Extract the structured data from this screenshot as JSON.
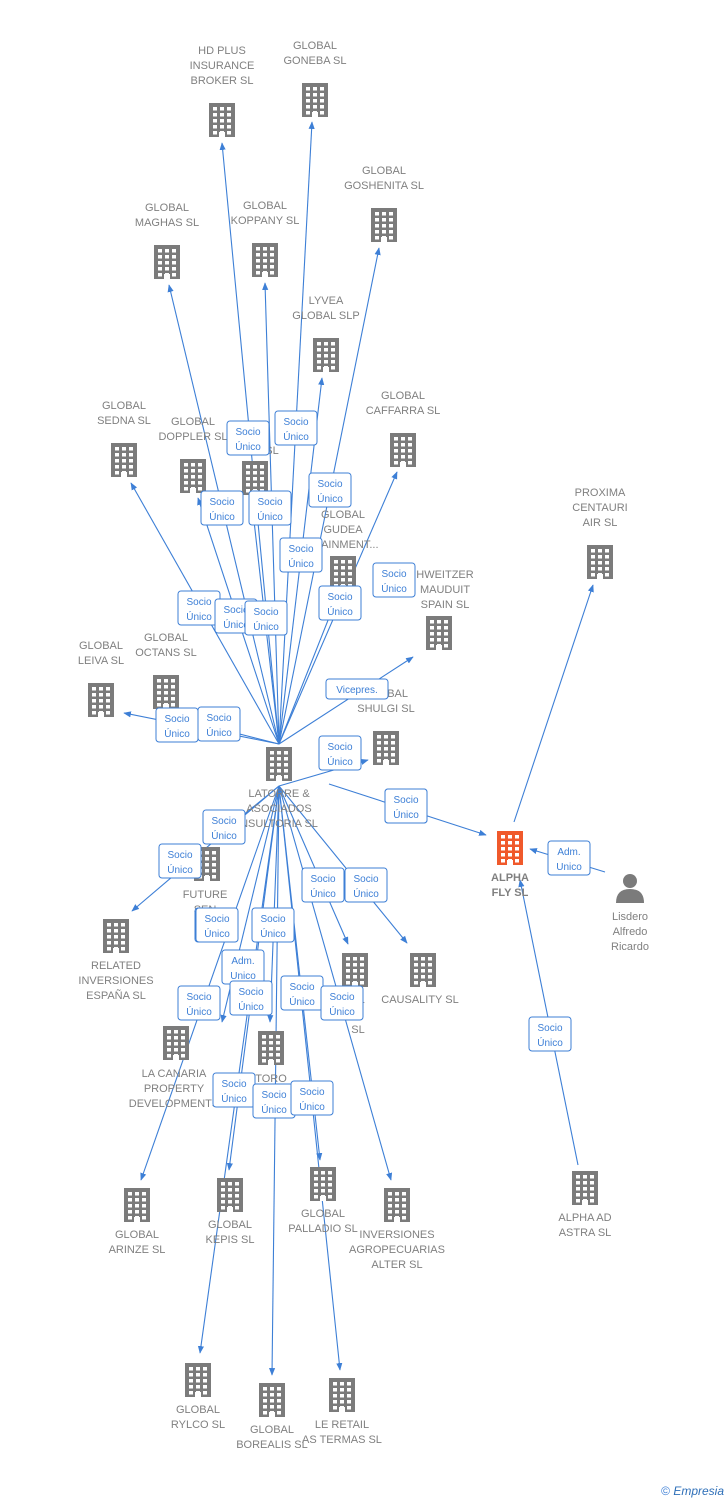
{
  "colors": {
    "edge": "#3d7fd6",
    "building": "#7b7b7b",
    "focus": "#f0592b",
    "label": "#808080"
  },
  "nodes": [
    {
      "id": "hdplus",
      "label": [
        "HD PLUS",
        "INSURANCE",
        "BROKER  SL"
      ],
      "type": "company"
    },
    {
      "id": "goneba",
      "label": [
        "GLOBAL",
        "GONEBA  SL"
      ],
      "type": "company"
    },
    {
      "id": "goshenita",
      "label": [
        "GLOBAL",
        "GOSHENITA SL"
      ],
      "type": "company"
    },
    {
      "id": "maghas",
      "label": [
        "GLOBAL",
        "MAGHAS  SL"
      ],
      "type": "company"
    },
    {
      "id": "koppany",
      "label": [
        "GLOBAL",
        "KOPPANY  SL"
      ],
      "type": "company"
    },
    {
      "id": "lyvea",
      "label": [
        "LYVEA",
        "GLOBAL  SLP"
      ],
      "type": "company"
    },
    {
      "id": "sedna",
      "label": [
        "GLOBAL",
        "SEDNA  SL"
      ],
      "type": "company"
    },
    {
      "id": "doppler",
      "label": [
        "GLOBAL",
        "DOPPLER  SL"
      ],
      "type": "company"
    },
    {
      "id": "unk1",
      "label": [
        "SL"
      ],
      "type": "company"
    },
    {
      "id": "caffarra",
      "label": [
        "GLOBAL",
        "CAFFARRA  SL"
      ],
      "type": "company"
    },
    {
      "id": "proxima",
      "label": [
        "PROXIMA",
        "CENTAURI",
        "AIR  SL"
      ],
      "type": "company"
    },
    {
      "id": "gudea",
      "label": [
        "GLOBAL",
        "GUDEA",
        "RTAINMENT..."
      ],
      "type": "company"
    },
    {
      "id": "schweitzer",
      "label": [
        "HWEITZER",
        "MAUDUIT",
        "SPAIN  SL"
      ],
      "type": "company"
    },
    {
      "id": "leiva",
      "label": [
        "GLOBAL",
        "LEIVA  SL"
      ],
      "type": "company"
    },
    {
      "id": "octans",
      "label": [
        "GLOBAL",
        "OCTANS  SL"
      ],
      "type": "company"
    },
    {
      "id": "shulgi",
      "label": [
        "GLOBAL",
        "SHULGI  SL"
      ],
      "type": "company"
    },
    {
      "id": "latorre",
      "label": [
        "LATORRE &",
        "ASOCIADOS",
        "NSULTORIA SL"
      ],
      "type": "company"
    },
    {
      "id": "alphafly",
      "label": [
        "ALPHA",
        "FLY  SL"
      ],
      "type": "focus"
    },
    {
      "id": "lisdero",
      "label": [
        "Lisdero",
        "Alfredo",
        "Ricardo"
      ],
      "type": "person"
    },
    {
      "id": "future",
      "label": [
        "FUTURE",
        "SEN"
      ],
      "type": "company"
    },
    {
      "id": "related",
      "label": [
        "RELATED",
        "INVERSIONES",
        "ESPAÑA  SL"
      ],
      "type": "company"
    },
    {
      "id": "unk2",
      "label": [
        "AL",
        "R",
        "SL"
      ],
      "type": "company"
    },
    {
      "id": "causality",
      "label": [
        "CAUSALITY  SL"
      ],
      "type": "company"
    },
    {
      "id": "lacanaria",
      "label": [
        "LA CANARIA",
        "PROPERTY",
        "DEVELOPMENTS"
      ],
      "type": "company"
    },
    {
      "id": "toro",
      "label": [
        "TORO"
      ],
      "type": "company"
    },
    {
      "id": "arinze",
      "label": [
        "GLOBAL",
        "ARINZE  SL"
      ],
      "type": "company"
    },
    {
      "id": "kepis",
      "label": [
        "GLOBAL",
        "KEPIS  SL"
      ],
      "type": "company"
    },
    {
      "id": "palladio",
      "label": [
        "GLOBAL",
        "PALLADIO  SL"
      ],
      "type": "company"
    },
    {
      "id": "agropecuarias",
      "label": [
        "INVERSIONES",
        "AGROPECUARIAS",
        "ALTER  SL"
      ],
      "type": "company"
    },
    {
      "id": "alphaad",
      "label": [
        "ALPHA AD",
        "ASTRA  SL"
      ],
      "type": "company"
    },
    {
      "id": "rylco",
      "label": [
        "GLOBAL",
        "RYLCO  SL"
      ],
      "type": "company"
    },
    {
      "id": "borealis",
      "label": [
        "GLOBAL",
        "BOREALIS  SL"
      ],
      "type": "company"
    },
    {
      "id": "leretail",
      "label": [
        "LE RETAIL",
        "AS TERMAS  SL"
      ],
      "type": "company"
    }
  ],
  "edges": [
    {
      "from": "latorre",
      "to": "hdplus",
      "label": [
        "Socio",
        "Único"
      ]
    },
    {
      "from": "latorre",
      "to": "goneba",
      "label": [
        "Socio",
        "Único"
      ]
    },
    {
      "from": "latorre",
      "to": "goshenita",
      "label": [
        "Socio",
        "Único"
      ]
    },
    {
      "from": "latorre",
      "to": "maghas",
      "label": [
        "Socio",
        "Único"
      ]
    },
    {
      "from": "latorre",
      "to": "koppany",
      "label": [
        "Socio",
        "Único"
      ]
    },
    {
      "from": "latorre",
      "to": "lyvea",
      "label": [
        "Socio",
        "Único"
      ]
    },
    {
      "from": "latorre",
      "to": "sedna",
      "label": [
        "Socio",
        "Único"
      ]
    },
    {
      "from": "latorre",
      "to": "doppler",
      "label": [
        "Socio",
        "Único"
      ]
    },
    {
      "from": "latorre",
      "to": "unk1",
      "label": [
        "Socio",
        "Único"
      ]
    },
    {
      "from": "latorre",
      "to": "caffarra",
      "label": [
        "Socio",
        "Único"
      ]
    },
    {
      "from": "latorre",
      "to": "gudea",
      "label": [
        "Socio",
        "Único"
      ]
    },
    {
      "from": "latorre",
      "to": "schweitzer",
      "label": [
        "Vicepres."
      ]
    },
    {
      "from": "latorre",
      "to": "leiva",
      "label": [
        "Socio",
        "Único"
      ]
    },
    {
      "from": "latorre",
      "to": "octans",
      "label": [
        "Socio",
        "Único"
      ]
    },
    {
      "from": "latorre",
      "to": "shulgi",
      "label": [
        "Socio",
        "Único"
      ]
    },
    {
      "from": "latorre",
      "to": "alphafly",
      "label": [
        "Socio",
        "Único"
      ]
    },
    {
      "from": "alphafly",
      "to": "proxima",
      "label": [
        "Socio",
        "Único"
      ]
    },
    {
      "from": "lisdero",
      "to": "alphafly",
      "label": [
        "Adm.",
        "Unico"
      ]
    },
    {
      "from": "alphaad",
      "to": "alphafly",
      "label": [
        "Socio",
        "Único"
      ]
    },
    {
      "from": "latorre",
      "to": "future",
      "label": [
        "Socio",
        "Único"
      ]
    },
    {
      "from": "latorre",
      "to": "related",
      "label": [
        "Socio",
        "Único"
      ]
    },
    {
      "from": "latorre",
      "to": "unk2",
      "label": [
        "Socio",
        "Único"
      ]
    },
    {
      "from": "latorre",
      "to": "causality",
      "label": [
        "Socio",
        "Único"
      ]
    },
    {
      "from": "latorre",
      "to": "lacanaria",
      "label": [
        "Adm.",
        "Unico"
      ]
    },
    {
      "from": "latorre",
      "to": "toro",
      "label": [
        "Socio",
        "Único"
      ]
    },
    {
      "from": "latorre",
      "to": "arinze",
      "label": [
        "Socio",
        "Único"
      ]
    },
    {
      "from": "latorre",
      "to": "kepis",
      "label": [
        "Socio",
        "Único"
      ]
    },
    {
      "from": "latorre",
      "to": "palladio",
      "label": [
        "Socio",
        "Único"
      ]
    },
    {
      "from": "latorre",
      "to": "agropecuarias",
      "label": [
        "Socio",
        "Único"
      ]
    },
    {
      "from": "latorre",
      "to": "rylco",
      "label": [
        "Socio",
        "Único"
      ]
    },
    {
      "from": "latorre",
      "to": "borealis",
      "label": [
        "Socio",
        "Único"
      ]
    },
    {
      "from": "latorre",
      "to": "leretail",
      "label": [
        "Socio",
        "Único"
      ]
    }
  ],
  "footer": {
    "copyright": "©",
    "brand": "Empresia"
  }
}
